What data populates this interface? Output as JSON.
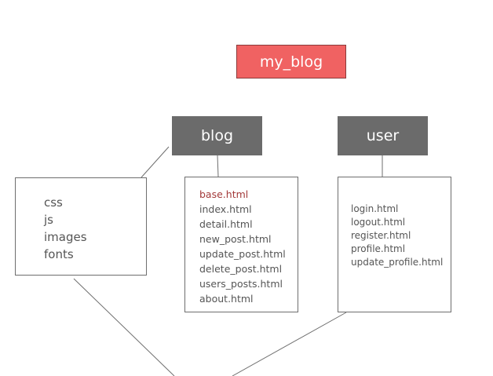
{
  "root": {
    "label": "my_blog"
  },
  "blog": {
    "label": "blog",
    "files": [
      {
        "name": "base.html",
        "highlight": true
      },
      {
        "name": "index.html"
      },
      {
        "name": "detail.html"
      },
      {
        "name": "new_post.html"
      },
      {
        "name": "update_post.html"
      },
      {
        "name": "delete_post.html"
      },
      {
        "name": "users_posts.html"
      },
      {
        "name": "about.html"
      }
    ]
  },
  "user": {
    "label": "user",
    "files": [
      {
        "name": "login.html"
      },
      {
        "name": "logout.html"
      },
      {
        "name": "register.html"
      },
      {
        "name": "profile.html"
      },
      {
        "name": "update_profile.html"
      }
    ]
  },
  "static": {
    "items": [
      {
        "name": "css"
      },
      {
        "name": "js"
      },
      {
        "name": "images"
      },
      {
        "name": "fonts"
      }
    ]
  },
  "colors": {
    "root_fill": "#f06262",
    "dir_fill": "#6b6b6b",
    "highlight_text": "#a33a3a"
  }
}
